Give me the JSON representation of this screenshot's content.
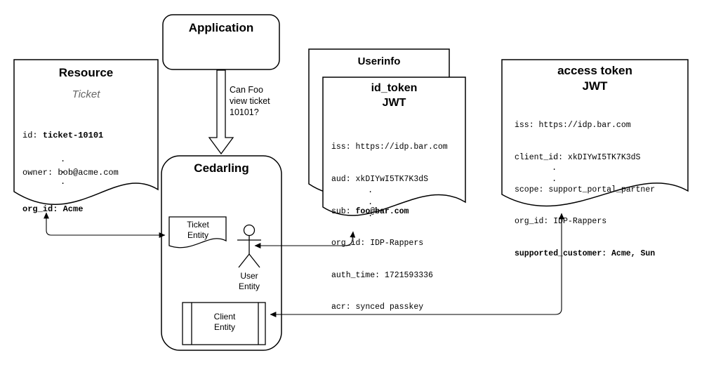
{
  "application": {
    "title": "Application"
  },
  "question": {
    "lines": [
      "Can Foo",
      "view ticket",
      "10101?"
    ]
  },
  "resource": {
    "title": "Resource",
    "subtitle": "Ticket",
    "claims": [
      {
        "key": "id: ",
        "value": "ticket-10101"
      },
      {
        "key": "owner: ",
        "value": "bob@acme.com"
      },
      {
        "key": "org_id: ",
        "value": "Acme"
      }
    ],
    "ellipsis": ".\n.\n."
  },
  "cedarling": {
    "title": "Cedarling",
    "ticket_entity_label": "Ticket Entity",
    "user_entity_label": "User Entity",
    "client_entity_label": "Client Entity"
  },
  "userinfo": {
    "title": "Userinfo"
  },
  "id_token": {
    "title_line1": "id_token",
    "title_line2": "JWT",
    "claims": [
      {
        "key": "iss: ",
        "value": "https://idp.bar.com"
      },
      {
        "key": "aud: ",
        "value": "xkDIYwI5TK7K3dS"
      },
      {
        "key": "sub: ",
        "value": "foo@bar.com"
      },
      {
        "key": "org_id: ",
        "value": "IDP-Rappers"
      },
      {
        "key": "auth_time: ",
        "value": "1721593336"
      },
      {
        "key": "acr: ",
        "value": "synced passkey"
      }
    ],
    "ellipsis": ".\n.\n."
  },
  "access_token": {
    "title_line1": "access token",
    "title_line2": "JWT",
    "claims": [
      {
        "key": "iss: ",
        "value": "https://idp.bar.com"
      },
      {
        "key": "client_id: ",
        "value": "xkDIYwI5TK7K3dS"
      },
      {
        "key": "scope: ",
        "value": "support_portal_partner"
      },
      {
        "key": "org_id: ",
        "value": "IDP-Rappers"
      },
      {
        "key": "supported_customer: ",
        "value": "Acme, Sun"
      }
    ],
    "ellipsis": ".\n.\n."
  },
  "colors": {
    "stroke": "#000000",
    "fill": "#ffffff",
    "subtitle_gray": "#666666"
  }
}
